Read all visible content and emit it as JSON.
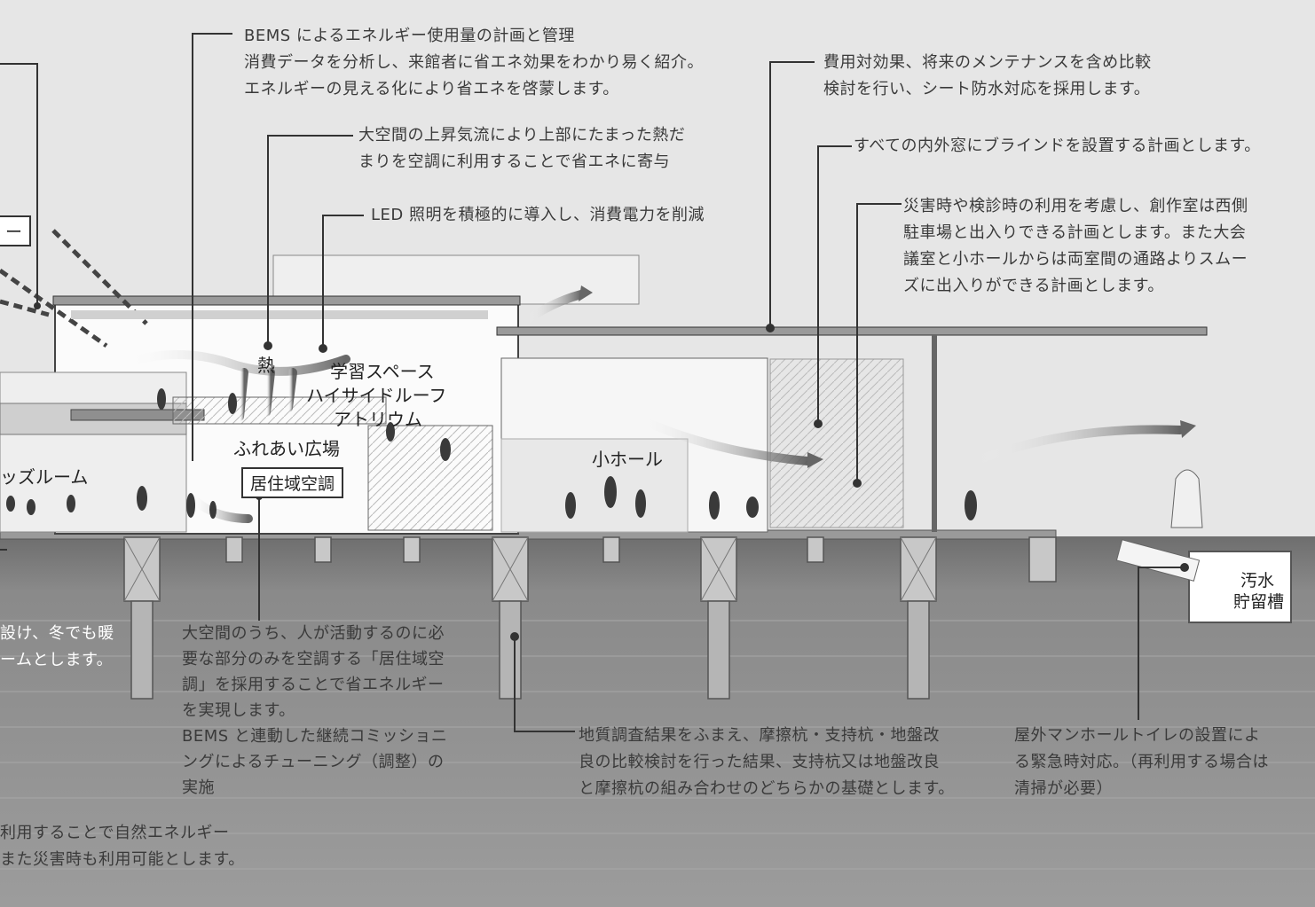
{
  "notes": {
    "bems": [
      "BEMS によるエネルギー使用量の計画と管理",
      "消費データを分析し、来館者に省エネ効果をわかり易く紹介。",
      "エネルギーの見える化により省エネを啓蒙します。"
    ],
    "roof_cost": [
      "費用対効果、将来のメンテナンスを含め比較",
      "検討を行い、シート防水対応を採用します。"
    ],
    "heat_pool": [
      "大空間の上昇気流により上部にたまった熱だ",
      "まりを空調に利用することで省エネに寄与"
    ],
    "blinds": [
      "すべての内外窓にブラインドを設置する計画とします。"
    ],
    "led": [
      "LED 照明を積極的に導入し、消費電力を削減"
    ],
    "disaster_access": [
      "災害時や検診時の利用を考慮し、創作室は西側",
      "駐車場と出入りできる計画とします。また大会",
      "議室と小ホールからは両室間の通路よりスムー",
      "ズに出入りができる計画とします。"
    ],
    "left_mid": [
      "設け、冬でも暖",
      "ームとします。"
    ],
    "zone_ac": [
      "大空間のうち、人が活動するのに必",
      "要な部分のみを空調する「居住域空",
      "調」を採用することで省エネルギー",
      "を実現します。",
      "BEMS と連動した継続コミッショニ",
      "ングによるチューニング（調整）の",
      "実施"
    ],
    "foundation": [
      "地質調査結果をふまえ、摩擦杭・支持杭・地盤改",
      "良の比較検討を行った結果、支持杭又は地盤改良",
      "と摩擦杭の組み合わせのどちらかの基礎とします。"
    ],
    "toilet": [
      "屋外マンホールトイレの設置によ",
      "る緊急時対応。（再利用する場合は",
      "清掃が必要）"
    ],
    "left_bottom": [
      "利用することで自然エネルギー",
      "また災害時も利用可能とします。"
    ]
  },
  "labels": {
    "heat": "熱",
    "study_space": "学習スペース",
    "high_side_roof": "ハイサイドルーフ",
    "atrium": "アトリウム",
    "plaza": "ふれあい広場",
    "kids_room": "ッズルーム",
    "small_hall": "小ホール",
    "zone_ac_box": "居住域空調",
    "left_box": "ー",
    "tank_line1": "汚水",
    "tank_line2": "貯留槽"
  },
  "colors": {
    "background": "#e6e6e6",
    "ground": "#7c7c7c",
    "leader": "#333333",
    "arrow": "#6f6f6f"
  }
}
